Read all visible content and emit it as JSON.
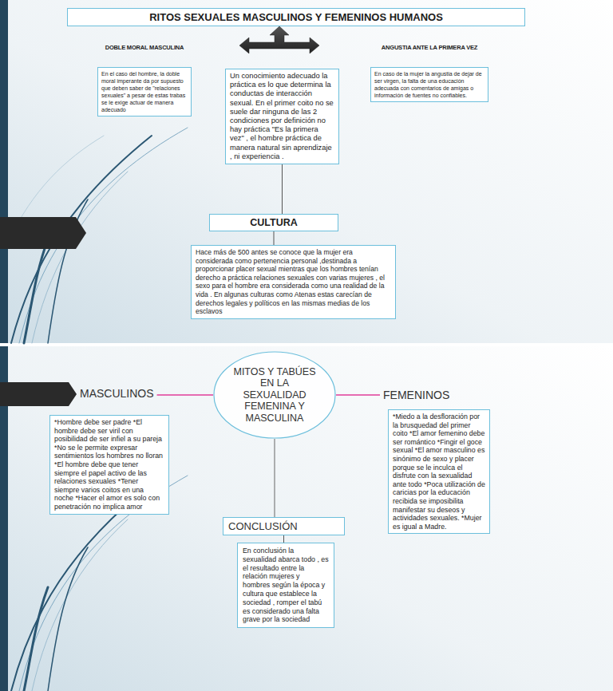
{
  "diagram": {
    "nodes": [
      {
        "text": [
          "RITOS SEXUALES MASCULINOS Y FEMENINOS HUMANOS"
        ]
      },
      {
        "text": [
          "DOBLE MORAL MASCULINA",
          "En el caso del hombre, la doble moral imperante da por supuesto que deben saber de \"relaciones sexuales\" a pesar de estas trabas se le exige actuar de manera adecuado"
        ]
      },
      {
        "text": [
          "Un conocimiento adecuado la práctica es lo que determina la conductas de interacción sexual. En el primer coito no se suele dar ninguna de las 2 condiciones por definición no hay práctica \"Es la primera vez\" , el hombre práctica de manera natural sin aprendizaje , ni experiencia ."
        ]
      },
      {
        "text": [
          "ANGUSTIA ANTE LA PRIMERA VEZ",
          "En caso de la mujer la angustia de dejar de ser virgen, la falta de una educación adecuada con comentarios de amigas o información de fuentes no confiables."
        ]
      },
      {
        "text": [
          "CULTURA"
        ]
      },
      {
        "text": [
          "Hace más de 500 antes se conoce que la mujer era considerada como pertenencia personal ,destinada a proporcionar placer sexual mientras que los hombres tenían derecho a práctica relaciones sexuales con varias mujeres , el sexo para el hombre era considerada como una realidad de la vida . En algunas culturas como Atenas estas carecían de derechos legales y políticos en las mismas medias de los esclavos"
        ]
      },
      {
        "text": [
          "MITOS Y TABÚES EN LA SEXUALIDAD FEMENINA Y MASCULINA"
        ]
      },
      {
        "text": [
          "MASCULINOS",
          "*Hombre debe ser padre *El hombre debe ser viril con posibilidad de ser infiel a su pareja *No se le permite expresar sentimientos los hombres no lloran *El hombre debe que tener siempre el papel activo de las relaciones sexuales *Tener siempre varios coitos en una noche *Hacer el amor es solo con penetración no implica amor"
        ]
      },
      {
        "text": [
          "FEMENINOS",
          "*Miedo a la desfloración por la brusquedad del primer coito *El amor femenino debe ser romántico *Fingir el goce sexual *El amor masculino es sinónimo de sexo y placer porque se le inculca el disfrute con la sexualidad ante todo *Poca utilización de caricias por la educación recibida se imposibilita manifestar su deseos y actividades sexuales. *Mujer es igual a Madre."
        ]
      },
      {
        "text": [
          "CONCLUSIÓN"
        ]
      },
      {
        "text": [
          "En conclusión la sexualidad abarca todo , es el resultado entre la relación mujeres y hombres según la época y cultura que establece la sociedad , romper el tabú es considerado una falta grave por la sociedad"
        ]
      }
    ],
    "edges": [
      {
        "from": 2,
        "to": 4,
        "arrow": "none"
      },
      {
        "from": 4,
        "to": 5,
        "arrow": "none"
      },
      {
        "from": 6,
        "to": 7,
        "arrow": "none"
      },
      {
        "from": 6,
        "to": 8,
        "arrow": "none"
      },
      {
        "from": 6,
        "to": 9,
        "arrow": "none"
      },
      {
        "from": 9,
        "to": 10,
        "arrow": "none"
      }
    ]
  }
}
